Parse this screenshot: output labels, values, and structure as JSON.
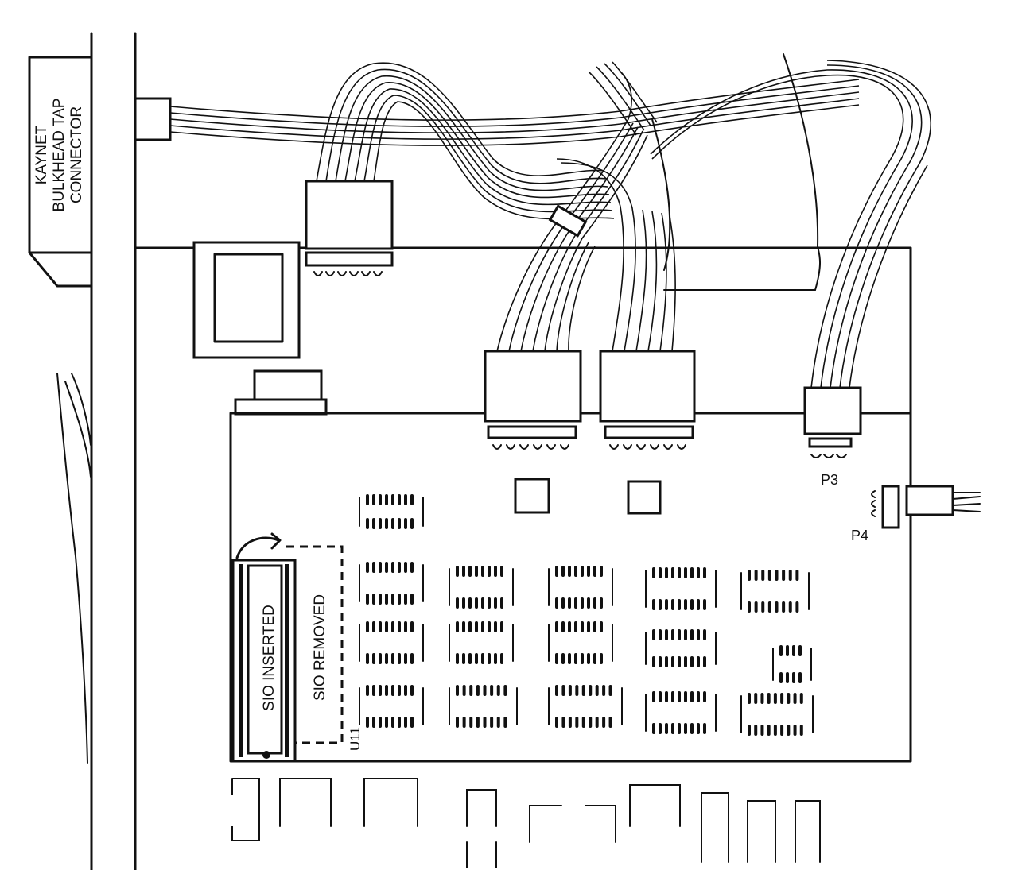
{
  "labels": {
    "bulkhead_line1": "KAYNET",
    "bulkhead_line2": "BULKHEAD TAP",
    "bulkhead_line3": "CONNECTOR",
    "sio_inserted": "SIO INSERTED",
    "sio_removed": "SIO REMOVED",
    "u11": "U11",
    "p3": "P3",
    "p4": "P4"
  }
}
